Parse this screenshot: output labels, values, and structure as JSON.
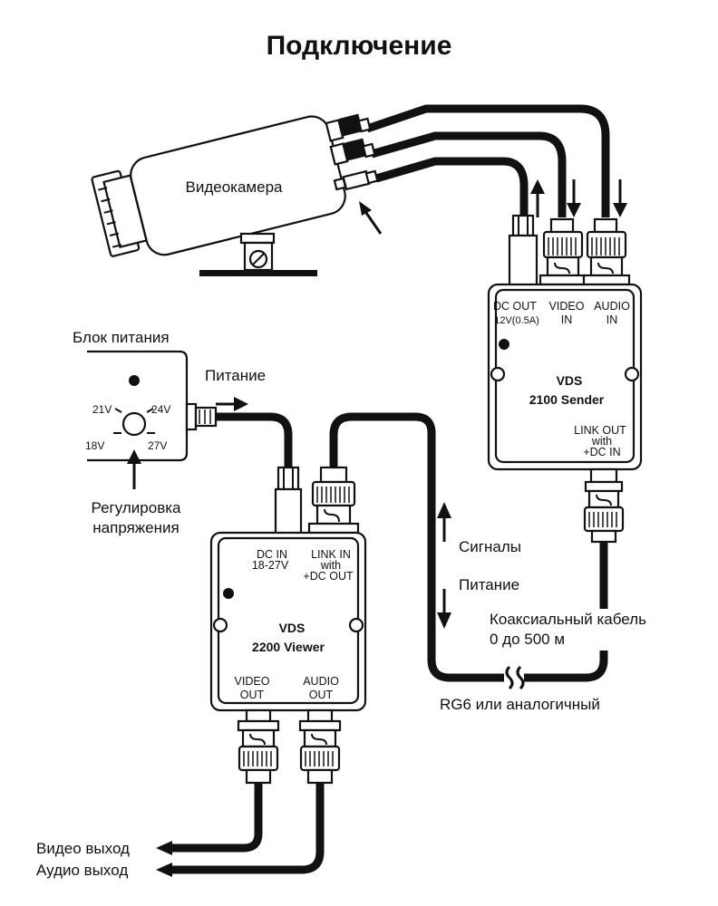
{
  "title": "Подключение",
  "camera": {
    "label": "Видеокамера"
  },
  "power_supply": {
    "label": "Блок питания",
    "voltages": [
      "21V",
      "24V",
      "18V",
      "27V"
    ],
    "adjust_label_line1": "Регулировка",
    "adjust_label_line2": "напряжения",
    "power_label": "Питание"
  },
  "sender": {
    "name_line1": "VDS",
    "name_line2": "2100 Sender",
    "port_dc_out_line1": "DC OUT",
    "port_dc_out_line2": "12V(0.5A)",
    "port_video_in_line1": "VIDEO",
    "port_video_in_line2": "IN",
    "port_audio_in_line1": "AUDIO",
    "port_audio_in_line2": "IN",
    "port_link_out_line1": "LINK OUT",
    "port_link_out_line2": "with",
    "port_link_out_line3": "+DC IN"
  },
  "viewer": {
    "name_line1": "VDS",
    "name_line2": "2200 Viewer",
    "port_dc_in_line1": "DC IN",
    "port_dc_in_line2": "18-27V",
    "port_link_in_line1": "LINK IN",
    "port_link_in_line2": "with",
    "port_link_in_line3": "+DC OUT",
    "port_video_out_line1": "VIDEO",
    "port_video_out_line2": "OUT",
    "port_audio_out_line1": "AUDIO",
    "port_audio_out_line2": "OUT"
  },
  "link": {
    "signals_label": "Сигналы",
    "power_label": "Питание",
    "cable_label_line1": "Коаксиальный кабель",
    "cable_label_line2": "0 до 500 м",
    "cable_type_label": "RG6 или аналогичный"
  },
  "outputs": {
    "video_label": "Видео выход",
    "audio_label": "Аудио выход"
  }
}
